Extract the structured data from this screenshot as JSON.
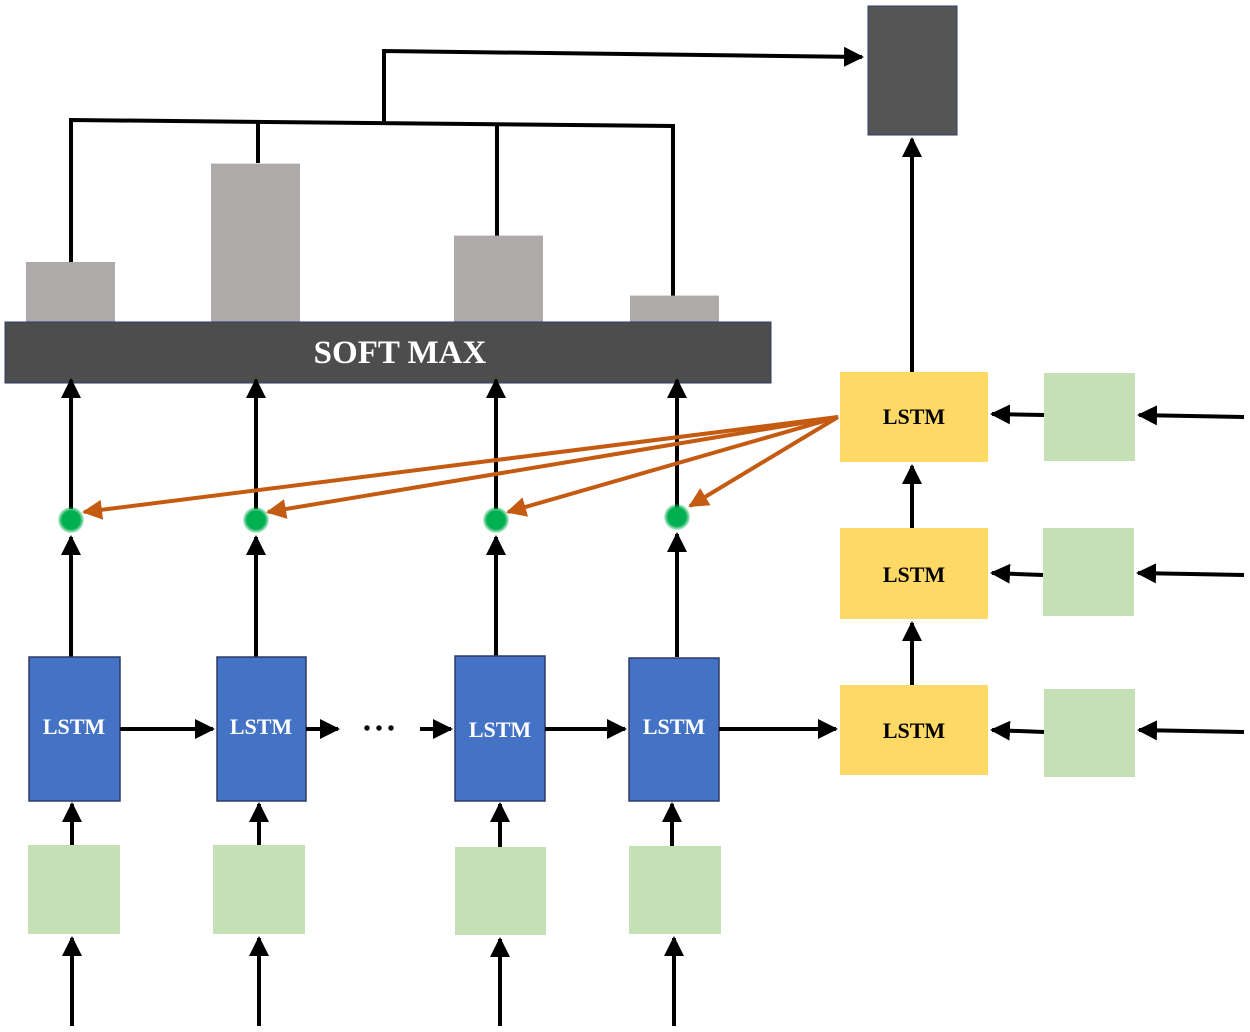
{
  "softmax": {
    "label": "SOFT MAX"
  },
  "encoder": {
    "cell_label": "LSTM",
    "ellipsis": "• • •",
    "cells": [
      "LSTM",
      "LSTM",
      "LSTM",
      "LSTM"
    ]
  },
  "decoder": {
    "cells": [
      "LSTM",
      "LSTM",
      "LSTM"
    ]
  },
  "attention_weights": [
    0.25,
    0.66,
    0.36,
    0.11
  ],
  "colors": {
    "softmax_bar": "#4d4d4d",
    "output_box": "#555555",
    "encoder_lstm": "#4472c4",
    "decoder_lstm": "#ffd966",
    "input_box": "#c5e0b4",
    "weight_bar": "#aeaaaa",
    "attention_arrow": "#c55a11",
    "attention_node": "#00b050",
    "line": "#000000"
  }
}
